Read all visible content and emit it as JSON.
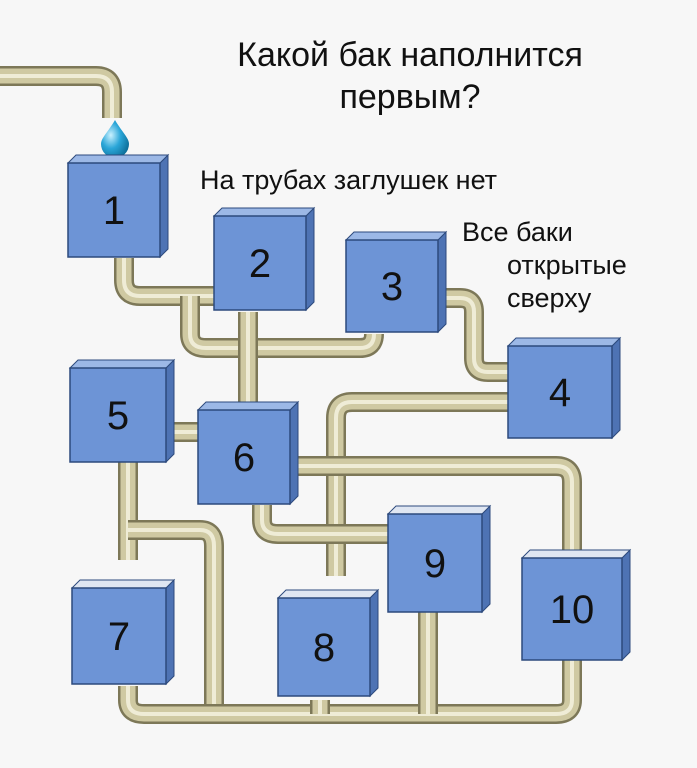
{
  "title_lines": [
    "Какой бак наполнится",
    "первым?"
  ],
  "note_pipes": "На трубах заглушек нет",
  "note_tanks_lines": [
    "Все баки",
    "открытые",
    "сверху"
  ],
  "colors": {
    "tank_face": "#6d94d6",
    "tank_side": "#4e73b4",
    "tank_top": "#9cb8e6",
    "pipe": "#cfc9a2",
    "pipe_highlight": "#f2efdc",
    "pipe_shadow": "#7d7858",
    "water_drop": "#2aa6d8",
    "background": "#f7f7f7"
  },
  "tanks": [
    {
      "id": "1",
      "label": "1"
    },
    {
      "id": "2",
      "label": "2"
    },
    {
      "id": "3",
      "label": "3"
    },
    {
      "id": "4",
      "label": "4"
    },
    {
      "id": "5",
      "label": "5"
    },
    {
      "id": "6",
      "label": "6"
    },
    {
      "id": "7",
      "label": "7"
    },
    {
      "id": "8",
      "label": "8"
    },
    {
      "id": "9",
      "label": "9"
    },
    {
      "id": "10",
      "label": "10"
    }
  ],
  "icons": {
    "source_pipe": "faucet-pipe-icon",
    "drop": "water-drop-icon"
  }
}
